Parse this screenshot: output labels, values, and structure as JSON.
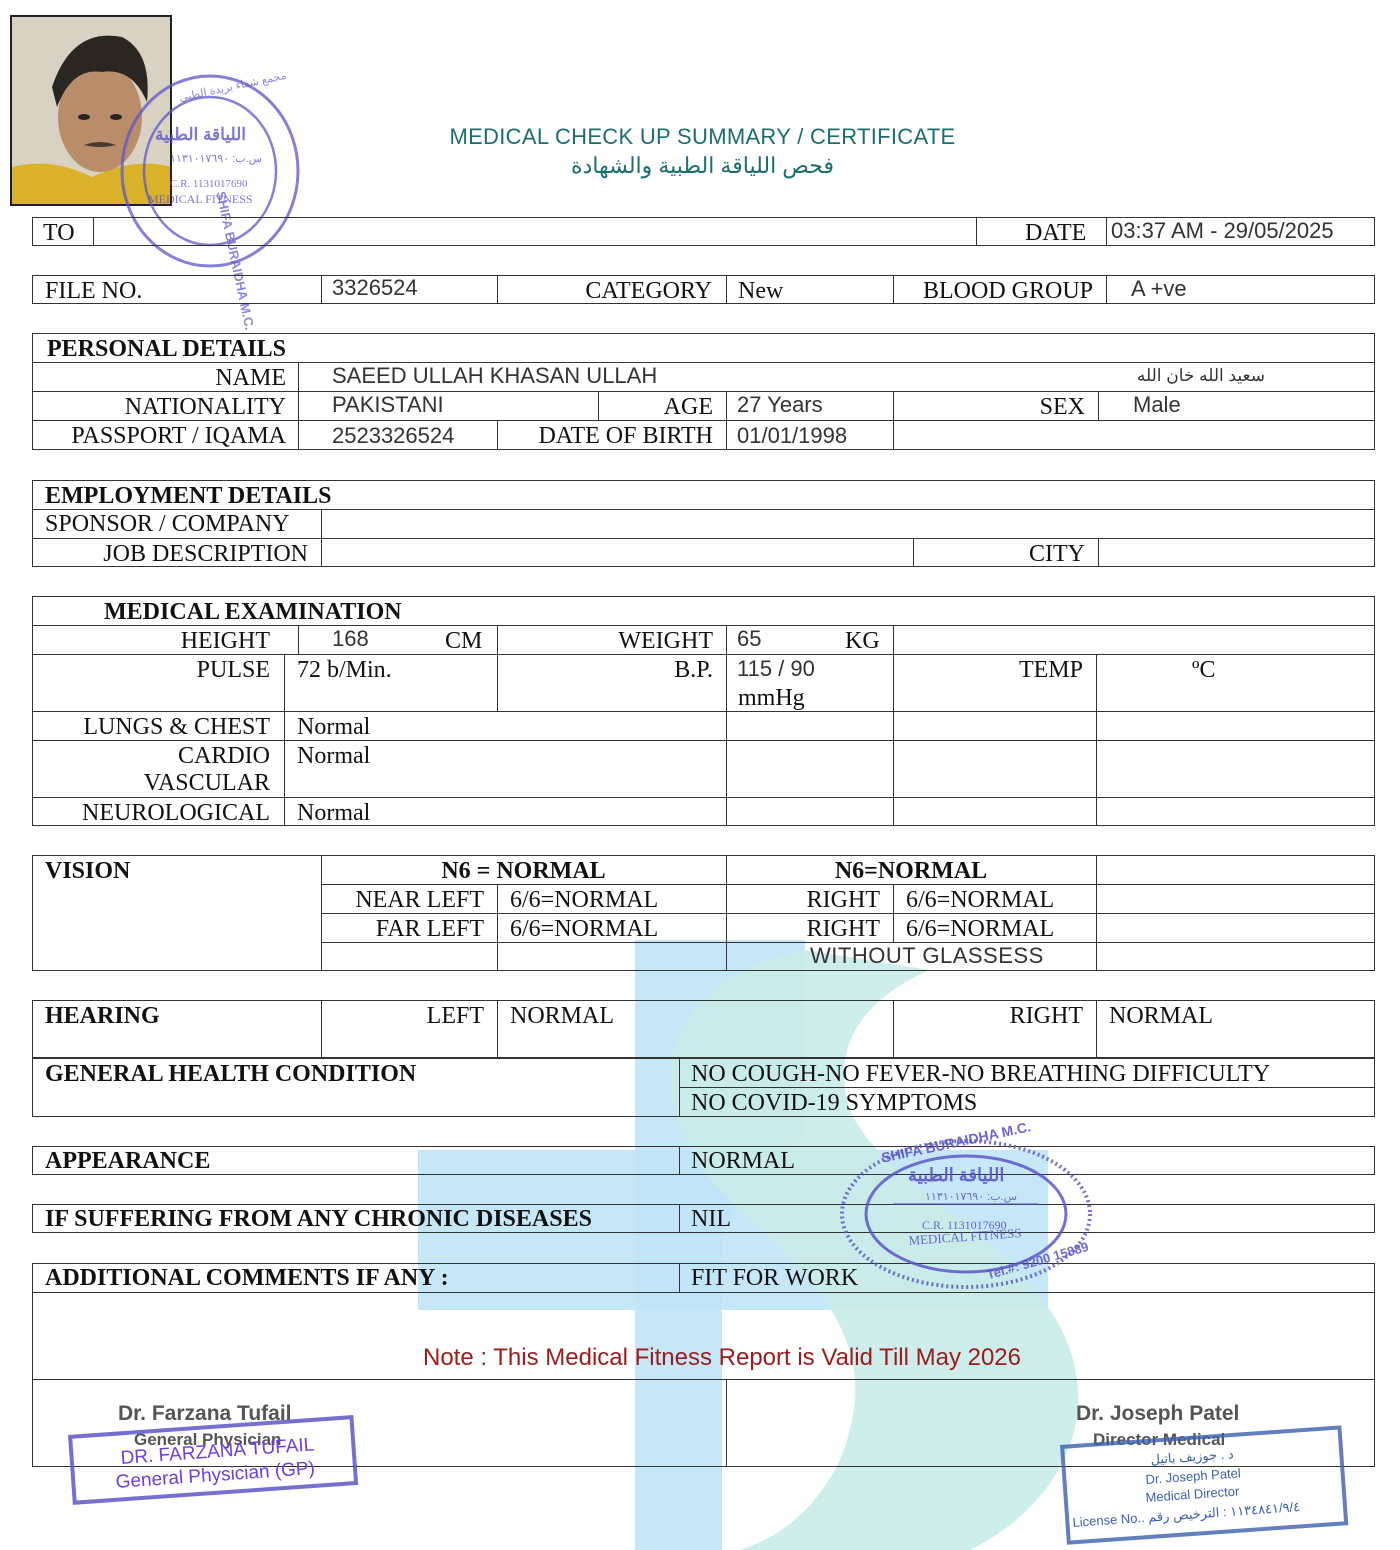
{
  "header": {
    "title_en": "MEDICAL CHECK UP SUMMARY / CERTIFICATE",
    "title_ar": "فحص اللياقة الطبية والشهادة"
  },
  "top": {
    "to_label": "TO",
    "to_value": "",
    "date_label": "DATE",
    "date_value": "03:37 AM -  29/05/2025"
  },
  "file": {
    "file_no_label": "FILE NO.",
    "file_no": "3326524",
    "category_label": "CATEGORY",
    "category": "New",
    "blood_group_label": "BLOOD GROUP",
    "blood_group": "A +ve"
  },
  "personal": {
    "heading": "PERSONAL DETAILS",
    "name_label": "NAME",
    "name": "SAEED ULLAH KHASAN ULLAH",
    "name_ar": "سعيد الله خان الله",
    "nationality_label": "NATIONALITY",
    "nationality": "PAKISTANI",
    "age_label": "AGE",
    "age": "27 Years",
    "sex_label": "SEX",
    "sex": "Male",
    "passport_label": "PASSPORT / IQAMA",
    "passport": "2523326524",
    "dob_label": "DATE OF BIRTH",
    "dob": "01/01/1998"
  },
  "employment": {
    "heading": "EMPLOYMENT DETAILS",
    "sponsor_label": "SPONSOR / COMPANY",
    "job_label": "JOB DESCRIPTION",
    "city_label": "CITY"
  },
  "medical": {
    "heading": "MEDICAL EXAMINATION",
    "height_label": "HEIGHT",
    "height": "168",
    "height_unit": "CM",
    "weight_label": "WEIGHT",
    "weight": "65",
    "weight_unit": "KG",
    "pulse_label": "PULSE",
    "pulse": "72 b/Min.",
    "bp_label": "B.P.",
    "bp": "115 / 90",
    "bp_unit": "mmHg",
    "temp_label": "TEMP",
    "temp_unit": "ºC",
    "lungs_label": "LUNGS & CHEST",
    "lungs": "Normal",
    "cardio_label_1": "CARDIO",
    "cardio_label_2": "VASCULAR",
    "cardio": "Normal",
    "neuro_label": "NEUROLOGICAL",
    "neuro": "Normal"
  },
  "vision": {
    "heading": "VISION",
    "left_head": "N6 = NORMAL",
    "right_head": "N6=NORMAL",
    "near_left_label": "NEAR LEFT",
    "near_left": "6/6=NORMAL",
    "near_right_label": "RIGHT",
    "near_right": "6/6=NORMAL",
    "far_left_label": "FAR LEFT",
    "far_left": "6/6=NORMAL",
    "far_right_label": "RIGHT",
    "far_right": "6/6=NORMAL",
    "glasses": "WITHOUT GLASSESS"
  },
  "hearing": {
    "heading": "HEARING",
    "left_label": "LEFT",
    "left": "NORMAL",
    "right_label": "RIGHT",
    "right": "NORMAL"
  },
  "general": {
    "heading": "GENERAL HEALTH CONDITION",
    "line1": "NO COUGH-NO FEVER-NO BREATHING DIFFICULTY",
    "line2": "NO COVID-19 SYMPTOMS"
  },
  "appearance": {
    "heading": "APPEARANCE",
    "value": "NORMAL"
  },
  "chronic": {
    "heading": "IF SUFFERING FROM ANY CHRONIC DISEASES",
    "value": "NIL"
  },
  "comments": {
    "heading": "ADDITIONAL COMMENTS IF ANY :",
    "value": "FIT FOR WORK",
    "note": "Note : This Medical Fitness Report is Valid Till May 2026"
  },
  "signatures": {
    "left_name": "Dr. Farzana Tufail",
    "left_title": "General Physician",
    "left_stamp_1": "DR. FARZANA TUFAIL",
    "left_stamp_2": "General Physician (GP)",
    "right_name": "Dr. Joseph Patel",
    "right_title": "Director Medical",
    "right_stamp_1": "د . جوزيف باتيل",
    "right_stamp_2": "Dr. Joseph Patel",
    "right_stamp_3": "Medical Director",
    "right_stamp_4": "License No.. ١١٣٤٨٤١/٩/٤ : الترخيص رقم"
  },
  "stamp": {
    "arabic_ring": "مجمع شفاء بريدة الطبي",
    "english_ring": "SHIFA BURAIDHA M.C.",
    "ar_title": "اللياقة الطبية",
    "po": "س.ب: ١١٣١٠١٧٦٩٠",
    "cr": "C.R. 1131017690",
    "fitness": "MEDICAL FITNESS",
    "tel": "Tel.#: 9200 15889",
    "color": "#5c56c8"
  },
  "colors": {
    "title": "#1c6e6e",
    "note": "#9b1c1c",
    "watermark_blue": "#bfe4f7",
    "watermark_teal": "#c9ece9"
  }
}
